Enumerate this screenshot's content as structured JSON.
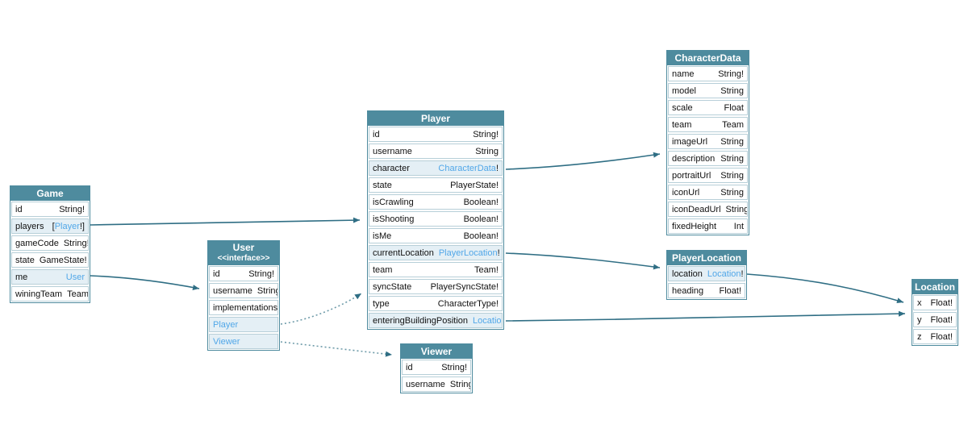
{
  "diagram": {
    "colors": {
      "header_bg": "#4e8b9e",
      "header_text": "#ffffff",
      "table_border": "#4e8b9e",
      "row_border": "#b7cfd8",
      "highlight_bg": "#e4eff5",
      "link_color": "#51a7e8",
      "text_color": "#111111",
      "edge_color": "#2f6e84",
      "dotted_edge_color": "#6e9ba9"
    },
    "tables": [
      {
        "id": "game",
        "title": "Game",
        "rows": [
          {
            "kind": "field",
            "field": "id",
            "type": "String!"
          },
          {
            "kind": "field",
            "field": "players",
            "type": "[Player!]",
            "link": "Player",
            "hl": true
          },
          {
            "kind": "field",
            "field": "gameCode",
            "type": "String!"
          },
          {
            "kind": "field",
            "field": "state",
            "type": "GameState!"
          },
          {
            "kind": "field",
            "field": "me",
            "type": "User",
            "link": "User",
            "hl": true
          },
          {
            "kind": "field",
            "field": "winingTeam",
            "type": "Team"
          }
        ]
      },
      {
        "id": "user",
        "title": "User",
        "subtitle": "<<interface>>",
        "rows": [
          {
            "kind": "field",
            "field": "id",
            "type": "String!"
          },
          {
            "kind": "field",
            "field": "username",
            "type": "String"
          },
          {
            "kind": "section",
            "field": "implementations"
          },
          {
            "kind": "link",
            "field": "Player",
            "hl": true
          },
          {
            "kind": "link",
            "field": "Viewer",
            "hl": true
          }
        ]
      },
      {
        "id": "player",
        "title": "Player",
        "rows": [
          {
            "kind": "field",
            "field": "id",
            "type": "String!"
          },
          {
            "kind": "field",
            "field": "username",
            "type": "String"
          },
          {
            "kind": "field",
            "field": "character",
            "type": "CharacterData!",
            "link": "CharacterData",
            "hl": true
          },
          {
            "kind": "field",
            "field": "state",
            "type": "PlayerState!"
          },
          {
            "kind": "field",
            "field": "isCrawling",
            "type": "Boolean!"
          },
          {
            "kind": "field",
            "field": "isShooting",
            "type": "Boolean!"
          },
          {
            "kind": "field",
            "field": "isMe",
            "type": "Boolean!"
          },
          {
            "kind": "field",
            "field": "currentLocation",
            "type": "PlayerLocation!",
            "link": "PlayerLocation",
            "hl": true
          },
          {
            "kind": "field",
            "field": "team",
            "type": "Team!"
          },
          {
            "kind": "field",
            "field": "syncState",
            "type": "PlayerSyncState!"
          },
          {
            "kind": "field",
            "field": "type",
            "type": "CharacterType!"
          },
          {
            "kind": "field",
            "field": "enteringBuildingPosition",
            "type": "Location",
            "link": "Location",
            "hl": true
          }
        ]
      },
      {
        "id": "viewer",
        "title": "Viewer",
        "rows": [
          {
            "kind": "field",
            "field": "id",
            "type": "String!"
          },
          {
            "kind": "field",
            "field": "username",
            "type": "String"
          }
        ]
      },
      {
        "id": "characterdata",
        "title": "CharacterData",
        "rows": [
          {
            "kind": "field",
            "field": "name",
            "type": "String!"
          },
          {
            "kind": "field",
            "field": "model",
            "type": "String"
          },
          {
            "kind": "field",
            "field": "scale",
            "type": "Float"
          },
          {
            "kind": "field",
            "field": "team",
            "type": "Team"
          },
          {
            "kind": "field",
            "field": "imageUrl",
            "type": "String"
          },
          {
            "kind": "field",
            "field": "description",
            "type": "String"
          },
          {
            "kind": "field",
            "field": "portraitUrl",
            "type": "String"
          },
          {
            "kind": "field",
            "field": "iconUrl",
            "type": "String"
          },
          {
            "kind": "field",
            "field": "iconDeadUrl",
            "type": "String"
          },
          {
            "kind": "field",
            "field": "fixedHeight",
            "type": "Int"
          }
        ]
      },
      {
        "id": "playerlocation",
        "title": "PlayerLocation",
        "rows": [
          {
            "kind": "field",
            "field": "location",
            "type": "Location!",
            "link": "Location",
            "hl": true
          },
          {
            "kind": "field",
            "field": "heading",
            "type": "Float!"
          }
        ]
      },
      {
        "id": "location",
        "title": "Location",
        "rows": [
          {
            "kind": "field",
            "field": "x",
            "type": "Float!"
          },
          {
            "kind": "field",
            "field": "y",
            "type": "Float!"
          },
          {
            "kind": "field",
            "field": "z",
            "type": "Float!"
          }
        ]
      }
    ],
    "edges": [
      {
        "from": "Game.players",
        "to": "Player",
        "style": "solid"
      },
      {
        "from": "Game.me",
        "to": "User",
        "style": "solid"
      },
      {
        "from": "Player.character",
        "to": "CharacterData",
        "style": "solid"
      },
      {
        "from": "Player.currentLocation",
        "to": "PlayerLocation",
        "style": "solid"
      },
      {
        "from": "Player.enteringBuildingPosition",
        "to": "Location",
        "style": "solid"
      },
      {
        "from": "PlayerLocation.location",
        "to": "Location",
        "style": "solid"
      },
      {
        "from": "User.Player",
        "to": "Player",
        "style": "dotted"
      },
      {
        "from": "User.Viewer",
        "to": "Viewer",
        "style": "dotted"
      }
    ]
  }
}
